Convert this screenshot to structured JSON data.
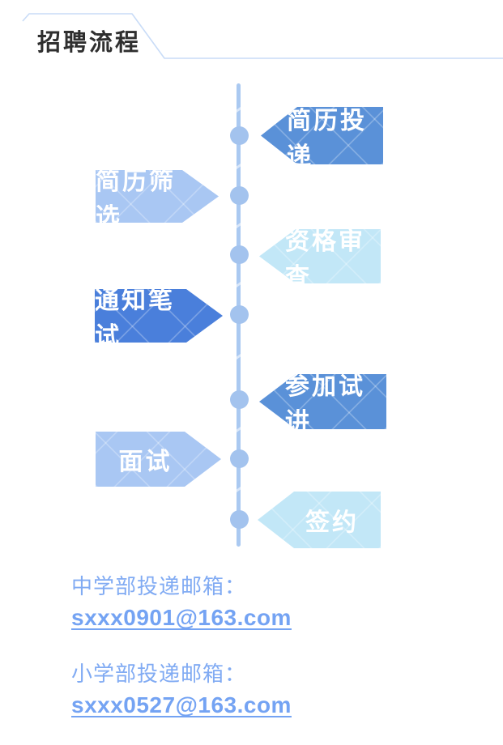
{
  "header": {
    "title": "招聘流程"
  },
  "flow": {
    "line_color": "#aac9f1",
    "dot_color": "#a3c3ee",
    "step_text_color": "#ffffff",
    "steps": [
      {
        "label": "简历投递",
        "side": "right",
        "color": "#5a91d8"
      },
      {
        "label": "简历筛选",
        "side": "left",
        "color": "#a9c7f3"
      },
      {
        "label": "资格审查",
        "side": "right",
        "color": "#c2e7f7"
      },
      {
        "label": "通知笔试",
        "side": "left",
        "color": "#4a7fdb"
      },
      {
        "label": "参加试讲",
        "side": "right",
        "color": "#5a91d8"
      },
      {
        "label": "面试",
        "side": "left",
        "color": "#a9c7f3"
      },
      {
        "label": "签约",
        "side": "right",
        "color": "#c2e7f7"
      }
    ]
  },
  "contacts": [
    {
      "label": "中学部投递邮箱：",
      "email": "sxxx0901@163.com"
    },
    {
      "label": "小学部投递邮箱：",
      "email": "sxxx0527@163.com"
    }
  ],
  "colors": {
    "title_text": "#2f2f2f",
    "header_line": "#c9dcf7",
    "contact_label": "#81abf3",
    "contact_email": "#74a3f3"
  }
}
